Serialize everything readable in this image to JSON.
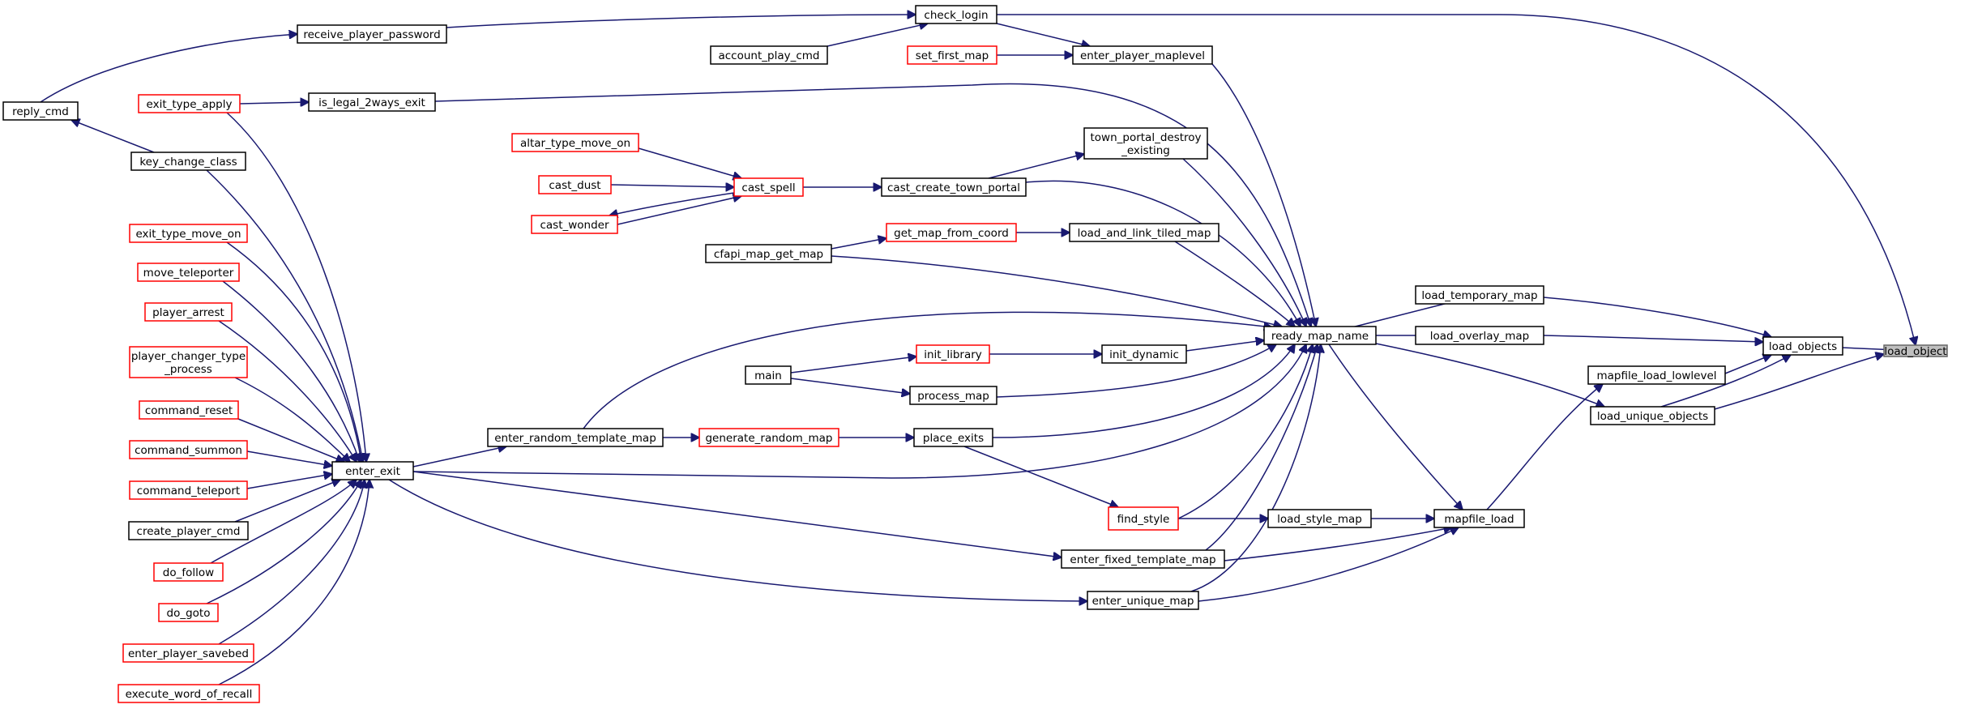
{
  "diagram": {
    "nodes": {
      "load_object": {
        "label": "load_object",
        "style": "root"
      },
      "load_objects": {
        "label": "load_objects",
        "style": "normal"
      },
      "load_unique_objects": {
        "label": "load_unique_objects",
        "style": "normal"
      },
      "mapfile_load_lowlevel": {
        "label": "mapfile_load_lowlevel",
        "style": "normal"
      },
      "load_overlay_map": {
        "label": "load_overlay_map",
        "style": "normal"
      },
      "load_temporary_map": {
        "label": "load_temporary_map",
        "style": "normal"
      },
      "mapfile_load": {
        "label": "mapfile_load",
        "style": "normal"
      },
      "ready_map_name": {
        "label": "ready_map_name",
        "style": "normal"
      },
      "load_style_map": {
        "label": "load_style_map",
        "style": "normal"
      },
      "check_login": {
        "label": "check_login",
        "style": "normal"
      },
      "enter_player_maplevel": {
        "label": "enter_player_maplevel",
        "style": "normal"
      },
      "town_portal_destroy_existing": {
        "label": "town_portal_destroy\n_existing",
        "style": "normal"
      },
      "cast_create_town_portal": {
        "label": "cast_create_town_portal",
        "style": "normal"
      },
      "load_and_link_tiled_map": {
        "label": "load_and_link_tiled_map",
        "style": "normal"
      },
      "init_dynamic": {
        "label": "init_dynamic",
        "style": "normal"
      },
      "process_map": {
        "label": "process_map",
        "style": "normal"
      },
      "place_exits": {
        "label": "place_exits",
        "style": "normal"
      },
      "find_style": {
        "label": "find_style",
        "style": "partial"
      },
      "enter_fixed_template_map": {
        "label": "enter_fixed_template_map",
        "style": "normal"
      },
      "enter_unique_map": {
        "label": "enter_unique_map",
        "style": "normal"
      },
      "receive_player_password": {
        "label": "receive_player_password",
        "style": "normal"
      },
      "account_play_cmd": {
        "label": "account_play_cmd",
        "style": "normal"
      },
      "set_first_map": {
        "label": "set_first_map",
        "style": "partial"
      },
      "is_legal_2ways_exit": {
        "label": "is_legal_2ways_exit",
        "style": "normal"
      },
      "cast_spell": {
        "label": "cast_spell",
        "style": "partial"
      },
      "get_map_from_coord": {
        "label": "get_map_from_coord",
        "style": "partial"
      },
      "cfapi_map_get_map": {
        "label": "cfapi_map_get_map",
        "style": "normal"
      },
      "init_library": {
        "label": "init_library",
        "style": "partial"
      },
      "main": {
        "label": "main",
        "style": "normal"
      },
      "generate_random_map": {
        "label": "generate_random_map",
        "style": "partial"
      },
      "enter_random_template_map": {
        "label": "enter_random_template_map",
        "style": "normal"
      },
      "enter_exit": {
        "label": "enter_exit",
        "style": "normal"
      },
      "altar_type_move_on": {
        "label": "altar_type_move_on",
        "style": "partial"
      },
      "cast_dust": {
        "label": "cast_dust",
        "style": "partial"
      },
      "cast_wonder": {
        "label": "cast_wonder",
        "style": "partial"
      },
      "reply_cmd": {
        "label": "reply_cmd",
        "style": "normal"
      },
      "exit_type_apply": {
        "label": "exit_type_apply",
        "style": "partial"
      },
      "key_change_class": {
        "label": "key_change_class",
        "style": "normal"
      },
      "exit_type_move_on": {
        "label": "exit_type_move_on",
        "style": "partial"
      },
      "move_teleporter": {
        "label": "move_teleporter",
        "style": "partial"
      },
      "player_arrest": {
        "label": "player_arrest",
        "style": "partial"
      },
      "player_changer_type_process": {
        "label": "player_changer_type\n_process",
        "style": "partial"
      },
      "command_reset": {
        "label": "command_reset",
        "style": "partial"
      },
      "command_summon": {
        "label": "command_summon",
        "style": "partial"
      },
      "command_teleport": {
        "label": "command_teleport",
        "style": "partial"
      },
      "create_player_cmd": {
        "label": "create_player_cmd",
        "style": "normal"
      },
      "do_follow": {
        "label": "do_follow",
        "style": "partial"
      },
      "do_goto": {
        "label": "do_goto",
        "style": "partial"
      },
      "enter_player_savebed": {
        "label": "enter_player_savebed",
        "style": "partial"
      },
      "execute_word_of_recall": {
        "label": "execute_word_of_recall",
        "style": "partial"
      }
    },
    "edges": [
      [
        "load_objects",
        "load_object"
      ],
      [
        "load_unique_objects",
        "load_object"
      ],
      [
        "check_login",
        "load_object"
      ],
      [
        "mapfile_load_lowlevel",
        "load_objects"
      ],
      [
        "load_unique_objects",
        "load_objects"
      ],
      [
        "load_overlay_map",
        "load_objects"
      ],
      [
        "load_temporary_map",
        "load_objects"
      ],
      [
        "ready_map_name",
        "load_unique_objects"
      ],
      [
        "mapfile_load",
        "mapfile_load_lowlevel"
      ],
      [
        "ready_map_name",
        "load_overlay_map"
      ],
      [
        "ready_map_name",
        "load_temporary_map"
      ],
      [
        "load_style_map",
        "mapfile_load"
      ],
      [
        "ready_map_name",
        "mapfile_load"
      ],
      [
        "enter_fixed_template_map",
        "mapfile_load"
      ],
      [
        "enter_unique_map",
        "mapfile_load"
      ],
      [
        "enter_player_maplevel",
        "ready_map_name"
      ],
      [
        "is_legal_2ways_exit",
        "ready_map_name"
      ],
      [
        "town_portal_destroy_existing",
        "ready_map_name"
      ],
      [
        "cast_create_town_portal",
        "ready_map_name"
      ],
      [
        "load_and_link_tiled_map",
        "ready_map_name"
      ],
      [
        "cfapi_map_get_map",
        "ready_map_name"
      ],
      [
        "enter_random_template_map",
        "ready_map_name"
      ],
      [
        "init_dynamic",
        "ready_map_name"
      ],
      [
        "process_map",
        "ready_map_name"
      ],
      [
        "place_exits",
        "ready_map_name"
      ],
      [
        "enter_exit",
        "ready_map_name"
      ],
      [
        "find_style",
        "ready_map_name"
      ],
      [
        "enter_fixed_template_map",
        "ready_map_name"
      ],
      [
        "enter_unique_map",
        "ready_map_name"
      ],
      [
        "find_style",
        "load_style_map"
      ],
      [
        "receive_player_password",
        "check_login"
      ],
      [
        "account_play_cmd",
        "check_login"
      ],
      [
        "check_login",
        "enter_player_maplevel"
      ],
      [
        "set_first_map",
        "enter_player_maplevel"
      ],
      [
        "cast_create_town_portal",
        "town_portal_destroy_existing"
      ],
      [
        "cast_spell",
        "cast_create_town_portal"
      ],
      [
        "get_map_from_coord",
        "load_and_link_tiled_map"
      ],
      [
        "init_library",
        "init_dynamic"
      ],
      [
        "main",
        "process_map"
      ],
      [
        "generate_random_map",
        "place_exits"
      ],
      [
        "place_exits",
        "find_style"
      ],
      [
        "enter_exit",
        "enter_fixed_template_map"
      ],
      [
        "enter_exit",
        "enter_unique_map"
      ],
      [
        "reply_cmd",
        "receive_player_password"
      ],
      [
        "exit_type_apply",
        "is_legal_2ways_exit"
      ],
      [
        "altar_type_move_on",
        "cast_spell"
      ],
      [
        "cast_dust",
        "cast_spell"
      ],
      [
        "cast_wonder",
        "cast_spell"
      ],
      [
        "cast_spell",
        "cast_wonder"
      ],
      [
        "cfapi_map_get_map",
        "get_map_from_coord"
      ],
      [
        "main",
        "init_library"
      ],
      [
        "enter_random_template_map",
        "generate_random_map"
      ],
      [
        "enter_exit",
        "enter_random_template_map"
      ],
      [
        "key_change_class",
        "reply_cmd"
      ],
      [
        "exit_type_apply",
        "enter_exit"
      ],
      [
        "key_change_class",
        "enter_exit"
      ],
      [
        "exit_type_move_on",
        "enter_exit"
      ],
      [
        "move_teleporter",
        "enter_exit"
      ],
      [
        "player_arrest",
        "enter_exit"
      ],
      [
        "player_changer_type_process",
        "enter_exit"
      ],
      [
        "command_reset",
        "enter_exit"
      ],
      [
        "command_summon",
        "enter_exit"
      ],
      [
        "command_teleport",
        "enter_exit"
      ],
      [
        "create_player_cmd",
        "enter_exit"
      ],
      [
        "do_follow",
        "enter_exit"
      ],
      [
        "do_goto",
        "enter_exit"
      ],
      [
        "enter_player_savebed",
        "enter_exit"
      ],
      [
        "execute_word_of_recall",
        "enter_exit"
      ]
    ]
  },
  "colors": {
    "edge": "#191970",
    "node_border": "#000000",
    "partial_border": "#ff0000",
    "root_fill": "#bfbfbf",
    "root_border": "#666666",
    "background": "#ffffff"
  }
}
